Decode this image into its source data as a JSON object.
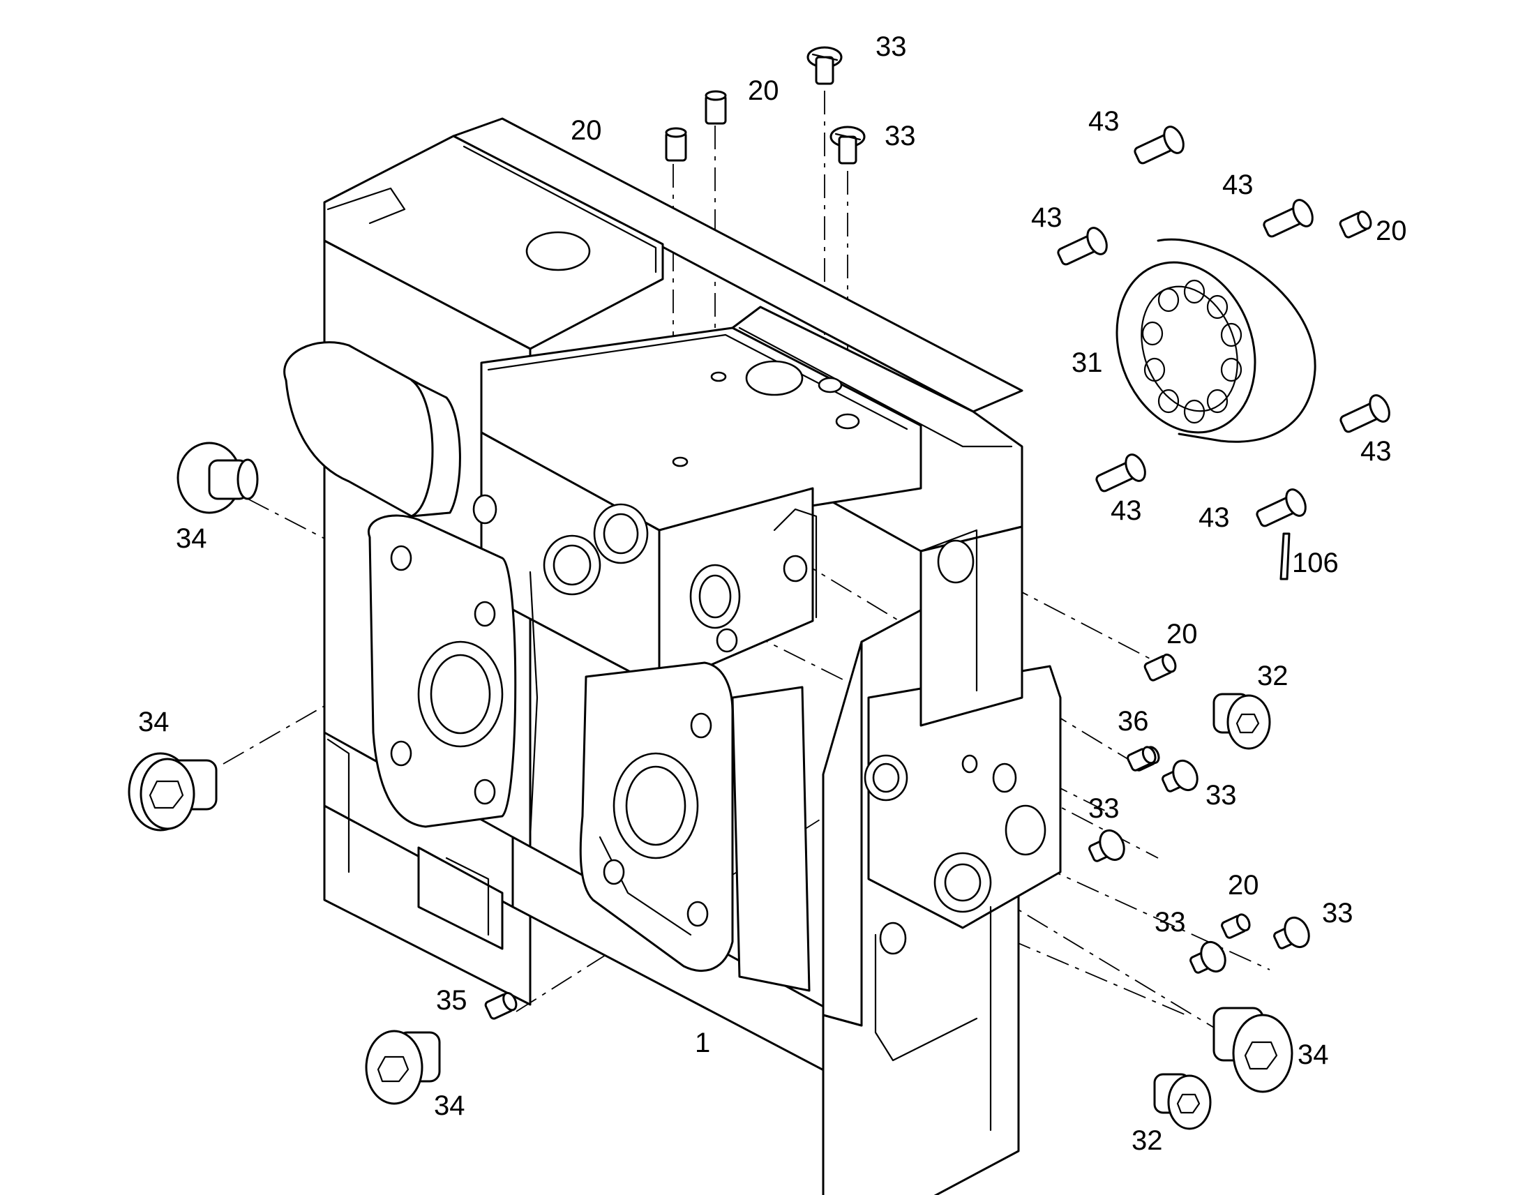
{
  "diagram": {
    "callouts": [
      {
        "id": "c1",
        "label": "33"
      },
      {
        "id": "c2",
        "label": "20"
      },
      {
        "id": "c3",
        "label": "20"
      },
      {
        "id": "c4",
        "label": "33"
      },
      {
        "id": "c5",
        "label": "43"
      },
      {
        "id": "c6",
        "label": "43"
      },
      {
        "id": "c7",
        "label": "43"
      },
      {
        "id": "c8",
        "label": "20"
      },
      {
        "id": "c9",
        "label": "31"
      },
      {
        "id": "c10",
        "label": "43"
      },
      {
        "id": "c11",
        "label": "43"
      },
      {
        "id": "c12",
        "label": "43"
      },
      {
        "id": "c13",
        "label": "106"
      },
      {
        "id": "c14",
        "label": "34"
      },
      {
        "id": "c15",
        "label": "20"
      },
      {
        "id": "c16",
        "label": "32"
      },
      {
        "id": "c17",
        "label": "36"
      },
      {
        "id": "c18",
        "label": "33"
      },
      {
        "id": "c19",
        "label": "33"
      },
      {
        "id": "c20",
        "label": "34"
      },
      {
        "id": "c21",
        "label": "20"
      },
      {
        "id": "c22",
        "label": "33"
      },
      {
        "id": "c23",
        "label": "33"
      },
      {
        "id": "c24",
        "label": "35"
      },
      {
        "id": "c25",
        "label": "1"
      },
      {
        "id": "c26",
        "label": "34"
      },
      {
        "id": "c27",
        "label": "34"
      },
      {
        "id": "c28",
        "label": "32"
      }
    ]
  }
}
